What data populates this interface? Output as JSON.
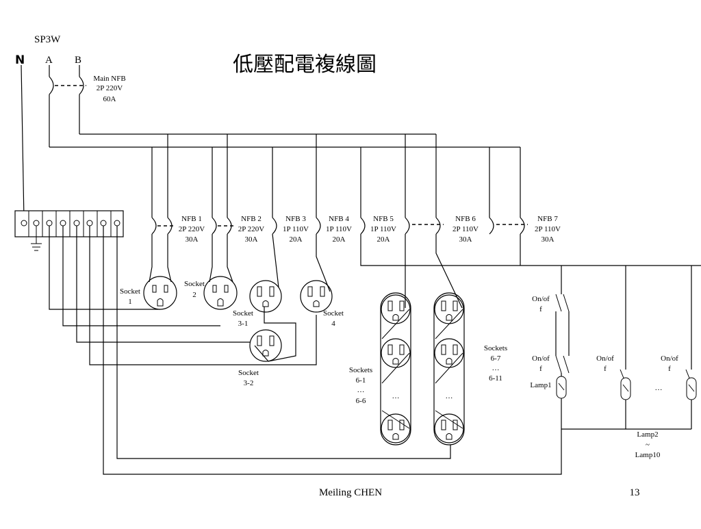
{
  "diagram": {
    "title": "低壓配電複線圖",
    "system_label": "SP3W",
    "lines": {
      "neutral": "N",
      "phase_a": "A",
      "phase_b": "B"
    },
    "main_breaker": [
      "Main NFB",
      "2P 220V",
      "60A"
    ],
    "breakers": [
      {
        "id": "nfb1",
        "lines": [
          "NFB 1",
          "2P 220V",
          "30A"
        ]
      },
      {
        "id": "nfb2",
        "lines": [
          "NFB 2",
          "2P 220V",
          "30A"
        ]
      },
      {
        "id": "nfb3",
        "lines": [
          "NFB 3",
          "1P 110V",
          "20A"
        ]
      },
      {
        "id": "nfb4",
        "lines": [
          "NFB 4",
          "1P 110V",
          "20A"
        ]
      },
      {
        "id": "nfb5",
        "lines": [
          "NFB 5",
          "1P 110V",
          "20A"
        ]
      },
      {
        "id": "nfb6",
        "lines": [
          "NFB 6",
          "2P 110V",
          "30A"
        ]
      },
      {
        "id": "nfb7",
        "lines": [
          "NFB 7",
          "2P 110V",
          "30A"
        ]
      }
    ],
    "sockets": {
      "s1": [
        "Socket",
        "1"
      ],
      "s2": [
        "Socket",
        "2"
      ],
      "s31": [
        "Socket",
        "3-1"
      ],
      "s4": [
        "Socket",
        "4"
      ],
      "s32": [
        "Socket",
        "3-2"
      ],
      "s61": [
        "Sockets",
        "6-1",
        "…",
        "6-6"
      ],
      "s67": [
        "Sockets",
        "6-7",
        "…",
        "6-11"
      ]
    },
    "ellipsis": "…",
    "switch_label": [
      "On/of",
      "f"
    ],
    "lamp1": "Lamp1",
    "lamps_range": [
      "Lamp2",
      "~",
      "Lamp10"
    ]
  },
  "footer": {
    "author": "Meiling CHEN",
    "page_number": "13"
  }
}
